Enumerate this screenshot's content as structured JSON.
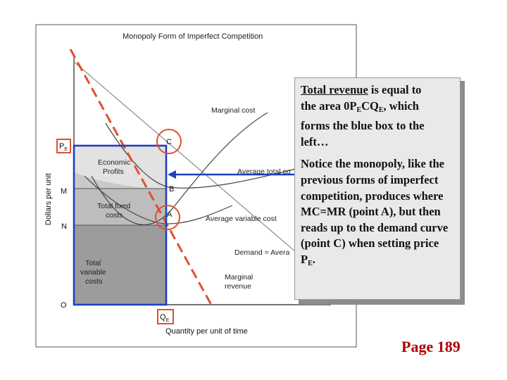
{
  "figure": {
    "title": "Monopoly Form of Imperfect Competition",
    "y_axis_label": "Dollars per unit",
    "x_axis_label": "Quantity per unit of time",
    "origin_label": "O",
    "y_tick_pe": "P",
    "y_tick_pe_sub": "E",
    "y_tick_m": "M",
    "y_tick_n": "N",
    "x_tick_qe": "Q",
    "x_tick_qe_sub": "E",
    "point_c": "C",
    "point_b": "B",
    "point_a": "A",
    "curve_mc": "Marginal cost",
    "curve_atc": "Average total co",
    "curve_avc": "Average variable cost",
    "curve_demand": "Demand = Avera",
    "curve_mr_line1": "Marginal",
    "curve_mr_line2": "revenue",
    "region_profit_line1": "Economic",
    "region_profit_line2": "Profits",
    "region_tfc_line1": "Total fixed",
    "region_tfc_line2": "costs",
    "region_tvc_line1": "Total",
    "region_tvc_line2": "variable",
    "region_tvc_line3": "costs"
  },
  "callout": {
    "p1_underlined": "Total revenue",
    "p1_text_a": " is equal to the area 0P",
    "p1_sub1": "E",
    "p1_text_b": "CQ",
    "p1_sub2": "E",
    "p1_text_c": ", which forms the blue box to the left…",
    "p2_text_a": "Notice the monopoly, like the previous forms of imperfect competition, produces where MC=MR (point A), but then reads up to the demand curve (point C) when setting price P",
    "p2_sub": "E",
    "p2_text_b": "."
  },
  "page_ref": "Page 189",
  "colors": {
    "profit_fill": "#e2e2e2",
    "fixed_cost_fill": "#bdbdbd",
    "variable_cost_fill": "#9c9c9c",
    "revenue_box": "#1f3fbf",
    "highlight_red": "#e0502a",
    "page_ref": "#b00000"
  }
}
